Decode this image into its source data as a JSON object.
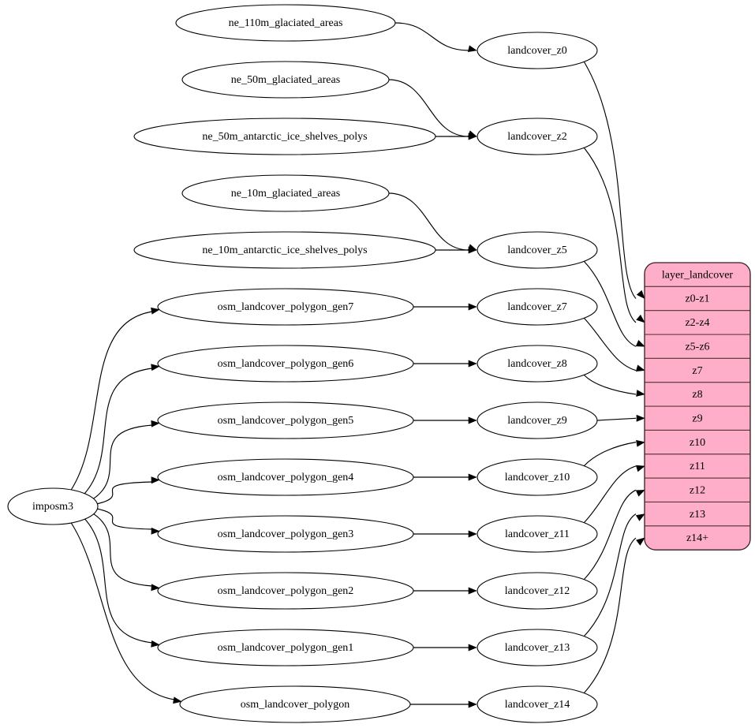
{
  "diagram": {
    "type": "graphviz-digraph",
    "title": "landcover layer data flow",
    "background_color": "#ffffff",
    "node_fill": "#ffffff",
    "node_stroke": "#000000",
    "table_fill": "#ffaec9",
    "table_stroke": "#5c3a3a",
    "source_node": {
      "id": "imposm3",
      "label": "imposm3"
    },
    "natural_earth_nodes": [
      {
        "id": "ne_110m_glaciated_areas",
        "label": "ne_110m_glaciated_areas"
      },
      {
        "id": "ne_50m_glaciated_areas",
        "label": "ne_50m_glaciated_areas"
      },
      {
        "id": "ne_50m_antarctic_ice_shelves_polys",
        "label": "ne_50m_antarctic_ice_shelves_polys"
      },
      {
        "id": "ne_10m_glaciated_areas",
        "label": "ne_10m_glaciated_areas"
      },
      {
        "id": "ne_10m_antarctic_ice_shelves_polys",
        "label": "ne_10m_antarctic_ice_shelves_polys"
      }
    ],
    "osm_nodes": [
      {
        "id": "osm_landcover_polygon_gen7",
        "label": "osm_landcover_polygon_gen7"
      },
      {
        "id": "osm_landcover_polygon_gen6",
        "label": "osm_landcover_polygon_gen6"
      },
      {
        "id": "osm_landcover_polygon_gen5",
        "label": "osm_landcover_polygon_gen5"
      },
      {
        "id": "osm_landcover_polygon_gen4",
        "label": "osm_landcover_polygon_gen4"
      },
      {
        "id": "osm_landcover_polygon_gen3",
        "label": "osm_landcover_polygon_gen3"
      },
      {
        "id": "osm_landcover_polygon_gen2",
        "label": "osm_landcover_polygon_gen2"
      },
      {
        "id": "osm_landcover_polygon_gen1",
        "label": "osm_landcover_polygon_gen1"
      },
      {
        "id": "osm_landcover_polygon",
        "label": "osm_landcover_polygon"
      }
    ],
    "landcover_nodes": [
      {
        "id": "landcover_z0",
        "label": "landcover_z0"
      },
      {
        "id": "landcover_z2",
        "label": "landcover_z2"
      },
      {
        "id": "landcover_z5",
        "label": "landcover_z5"
      },
      {
        "id": "landcover_z7",
        "label": "landcover_z7"
      },
      {
        "id": "landcover_z8",
        "label": "landcover_z8"
      },
      {
        "id": "landcover_z9",
        "label": "landcover_z9"
      },
      {
        "id": "landcover_z10",
        "label": "landcover_z10"
      },
      {
        "id": "landcover_z11",
        "label": "landcover_z11"
      },
      {
        "id": "landcover_z12",
        "label": "landcover_z12"
      },
      {
        "id": "landcover_z13",
        "label": "landcover_z13"
      },
      {
        "id": "landcover_z14",
        "label": "landcover_z14"
      }
    ],
    "layer_table": {
      "header": "layer_landcover",
      "rows": [
        {
          "label": "z0-z1"
        },
        {
          "label": "z2-z4"
        },
        {
          "label": "z5-z6"
        },
        {
          "label": "z7"
        },
        {
          "label": "z8"
        },
        {
          "label": "z9"
        },
        {
          "label": "z10"
        },
        {
          "label": "z11"
        },
        {
          "label": "z12"
        },
        {
          "label": "z13"
        },
        {
          "label": "z14+"
        }
      ]
    },
    "edges": [
      {
        "from": "ne_110m_glaciated_areas",
        "to": "landcover_z0"
      },
      {
        "from": "ne_50m_glaciated_areas",
        "to": "landcover_z2"
      },
      {
        "from": "ne_50m_antarctic_ice_shelves_polys",
        "to": "landcover_z2"
      },
      {
        "from": "ne_10m_glaciated_areas",
        "to": "landcover_z5"
      },
      {
        "from": "ne_10m_antarctic_ice_shelves_polys",
        "to": "landcover_z5"
      },
      {
        "from": "imposm3",
        "to": "osm_landcover_polygon_gen7"
      },
      {
        "from": "imposm3",
        "to": "osm_landcover_polygon_gen6"
      },
      {
        "from": "imposm3",
        "to": "osm_landcover_polygon_gen5"
      },
      {
        "from": "imposm3",
        "to": "osm_landcover_polygon_gen4"
      },
      {
        "from": "imposm3",
        "to": "osm_landcover_polygon_gen3"
      },
      {
        "from": "imposm3",
        "to": "osm_landcover_polygon_gen2"
      },
      {
        "from": "imposm3",
        "to": "osm_landcover_polygon_gen1"
      },
      {
        "from": "imposm3",
        "to": "osm_landcover_polygon"
      },
      {
        "from": "osm_landcover_polygon_gen7",
        "to": "landcover_z7"
      },
      {
        "from": "osm_landcover_polygon_gen6",
        "to": "landcover_z8"
      },
      {
        "from": "osm_landcover_polygon_gen5",
        "to": "landcover_z9"
      },
      {
        "from": "osm_landcover_polygon_gen4",
        "to": "landcover_z10"
      },
      {
        "from": "osm_landcover_polygon_gen3",
        "to": "landcover_z11"
      },
      {
        "from": "osm_landcover_polygon_gen2",
        "to": "landcover_z12"
      },
      {
        "from": "osm_landcover_polygon_gen1",
        "to": "landcover_z13"
      },
      {
        "from": "osm_landcover_polygon",
        "to": "landcover_z14"
      },
      {
        "from": "landcover_z0",
        "to": "z0-z1"
      },
      {
        "from": "landcover_z2",
        "to": "z2-z4"
      },
      {
        "from": "landcover_z5",
        "to": "z5-z6"
      },
      {
        "from": "landcover_z7",
        "to": "z7"
      },
      {
        "from": "landcover_z8",
        "to": "z8"
      },
      {
        "from": "landcover_z9",
        "to": "z9"
      },
      {
        "from": "landcover_z10",
        "to": "z10"
      },
      {
        "from": "landcover_z11",
        "to": "z11"
      },
      {
        "from": "landcover_z12",
        "to": "z12"
      },
      {
        "from": "landcover_z13",
        "to": "z13"
      },
      {
        "from": "landcover_z14",
        "to": "z14+"
      }
    ]
  }
}
